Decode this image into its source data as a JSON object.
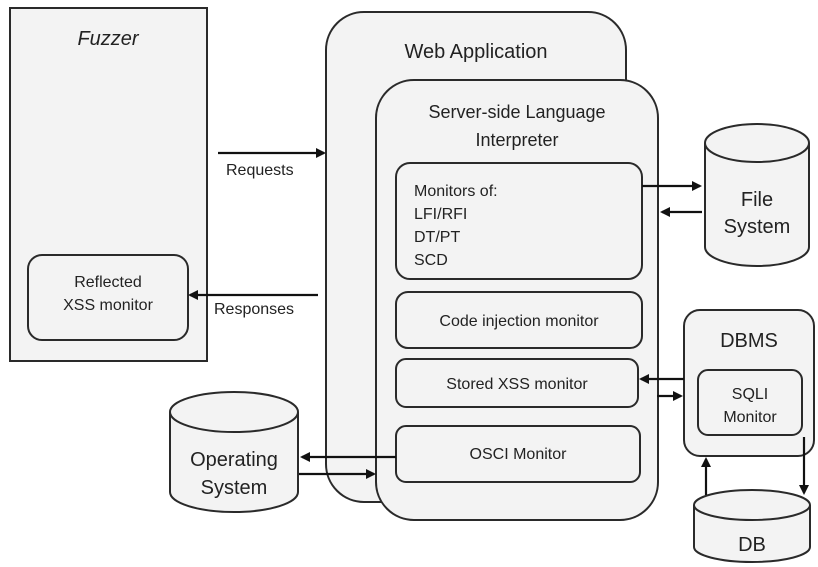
{
  "fuzzer": {
    "title": "Fuzzer",
    "reflected_xss_monitor": [
      "Reflected",
      "XSS monitor"
    ]
  },
  "arrows": {
    "requests": "Requests",
    "responses": "Responses"
  },
  "web_application": {
    "title": "Web Application",
    "interpreter": {
      "title": [
        "Server-side Language",
        "Interpreter"
      ],
      "monitors": [
        "Monitors of:",
        "LFI/RFI",
        "DT/PT",
        "SCD"
      ],
      "code_injection_monitor": "Code injection monitor",
      "stored_xss_monitor": "Stored XSS monitor",
      "osci_monitor": "OSCI Monitor"
    }
  },
  "file_system": [
    "File",
    "System"
  ],
  "dbms": {
    "title": "DBMS",
    "sqli_monitor": [
      "SQLI",
      "Monitor"
    ]
  },
  "db": "DB",
  "operating_system": [
    "Operating",
    "System"
  ]
}
